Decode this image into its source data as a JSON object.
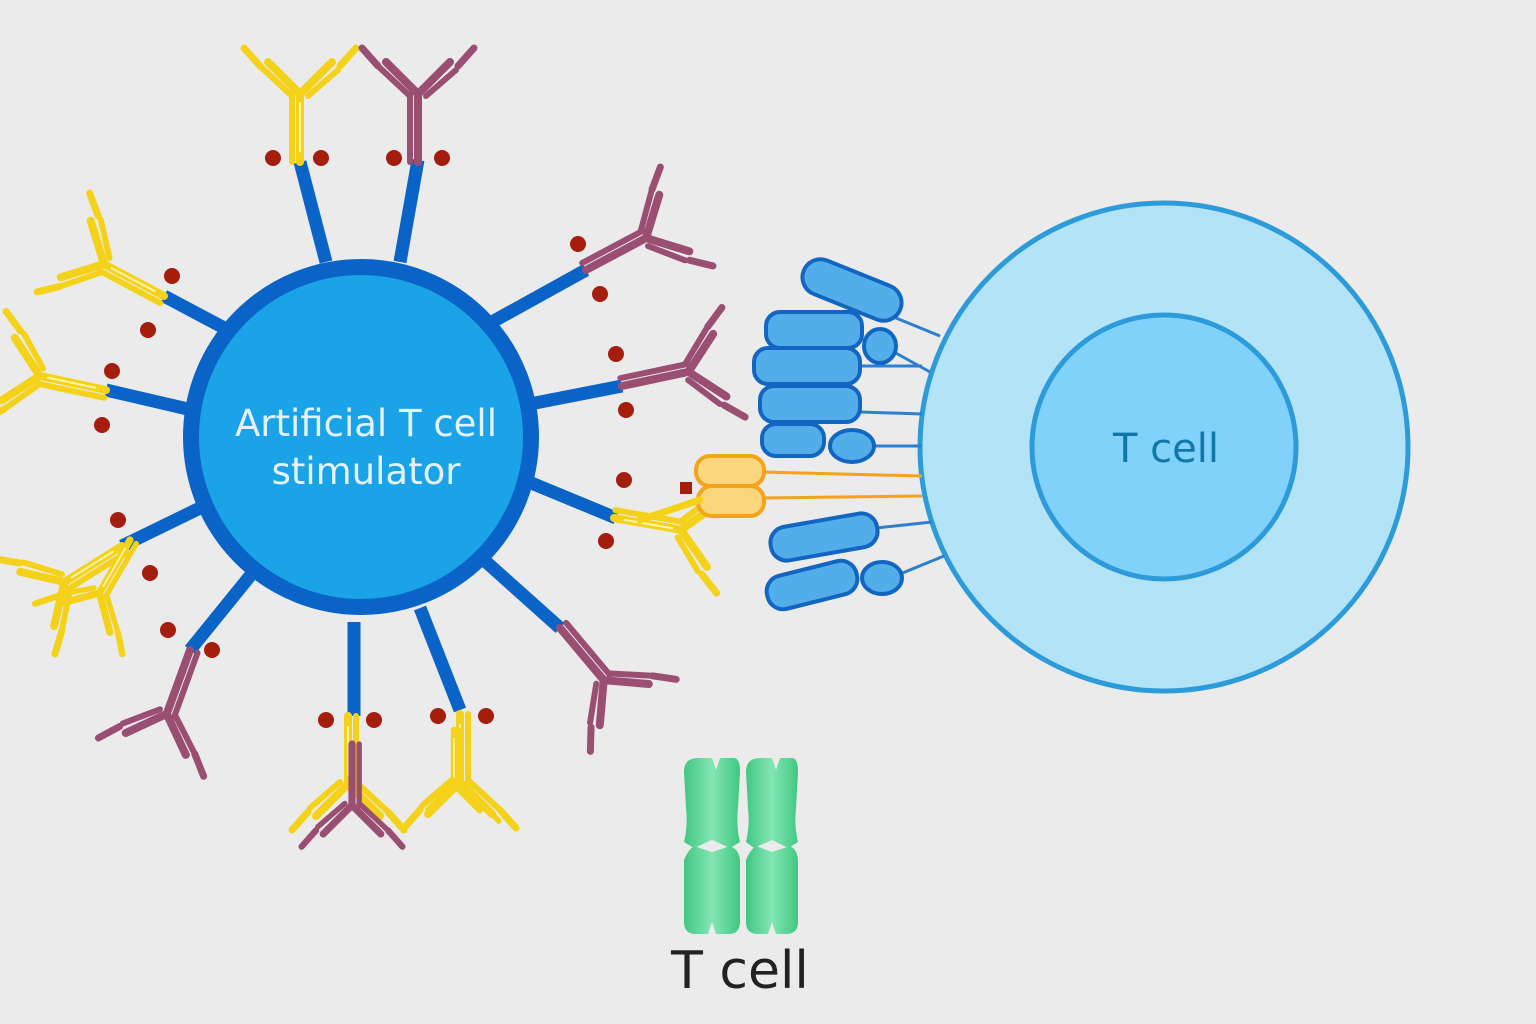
{
  "stimulator": {
    "label_line1": "Artificial T cell",
    "label_line2": "stimulator"
  },
  "t_cell": {
    "label": "T cell"
  },
  "bottom_label": "T cell",
  "colors": {
    "background": "#ebebeb",
    "stimulator_fill": "#1aa3e6",
    "stimulator_border": "#0a64c8",
    "stalk": "#0a64c8",
    "antibody_yellow": "#f2d41c",
    "antibody_yellow_light": "#fff27a",
    "antibody_mauve": "#9a4f72",
    "antibody_mauve_light": "#c27c9c",
    "dot_red": "#a51d0d",
    "tcell_outer_fill": "#b3e3f7",
    "tcell_outer_border": "#2d9bd9",
    "tcell_inner_fill": "#80d2fa",
    "tcell_inner_border": "#2d9bd9",
    "tcell_label": "#1177a6",
    "stimulator_label": "#e3f2fc",
    "receptor_fill": "#52ade9",
    "receptor_border": "#1266c2",
    "complex_fill": "#fcd67e",
    "complex_border": "#f2a41c",
    "green_block": "#5fd696",
    "green_block_light": "#8ae8b8",
    "bottom_label": "#222222"
  }
}
